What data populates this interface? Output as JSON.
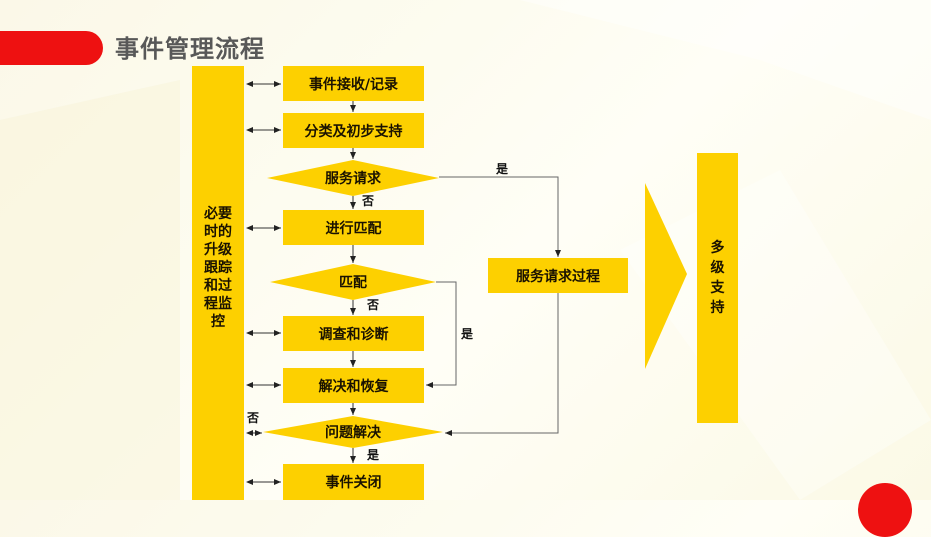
{
  "title": "事件管理流程",
  "colors": {
    "accent_red": "#ee1111",
    "box_yellow": "#fdd000",
    "title_gray": "#585858",
    "line_gray": "#666666"
  },
  "left_panel": {
    "label": "必要时的升级跟踪和过程监控"
  },
  "right_panel": {
    "label": "多级支持"
  },
  "steps": {
    "receive": "事件接收/记录",
    "classify": "分类及初步支持",
    "service_request": "服务请求",
    "matching": "进行匹配",
    "match": "匹配",
    "investigate": "调查和诊断",
    "resolve": "解决和恢复",
    "problem_resolved": "问题解决",
    "close": "事件关闭",
    "service_request_process": "服务请求过程"
  },
  "edge_labels": {
    "yes": "是",
    "no": "否"
  },
  "flow": {
    "nodes": [
      {
        "id": "receive",
        "type": "process"
      },
      {
        "id": "classify",
        "type": "process"
      },
      {
        "id": "service_request",
        "type": "decision"
      },
      {
        "id": "matching",
        "type": "process"
      },
      {
        "id": "match",
        "type": "decision"
      },
      {
        "id": "investigate",
        "type": "process"
      },
      {
        "id": "resolve",
        "type": "process"
      },
      {
        "id": "problem_resolved",
        "type": "decision"
      },
      {
        "id": "close",
        "type": "process"
      },
      {
        "id": "service_request_process",
        "type": "process"
      }
    ],
    "edges": [
      {
        "from": "receive",
        "to": "classify"
      },
      {
        "from": "classify",
        "to": "service_request"
      },
      {
        "from": "service_request",
        "to": "matching",
        "label": "否"
      },
      {
        "from": "service_request",
        "to": "service_request_process",
        "label": "是"
      },
      {
        "from": "matching",
        "to": "match"
      },
      {
        "from": "match",
        "to": "investigate",
        "label": "否"
      },
      {
        "from": "match",
        "to": "resolve",
        "label": "是"
      },
      {
        "from": "investigate",
        "to": "resolve"
      },
      {
        "from": "resolve",
        "to": "problem_resolved"
      },
      {
        "from": "service_request_process",
        "to": "problem_resolved"
      },
      {
        "from": "problem_resolved",
        "to": "close",
        "label": "是"
      },
      {
        "from": "problem_resolved",
        "to": "left_panel",
        "label": "否"
      }
    ]
  }
}
